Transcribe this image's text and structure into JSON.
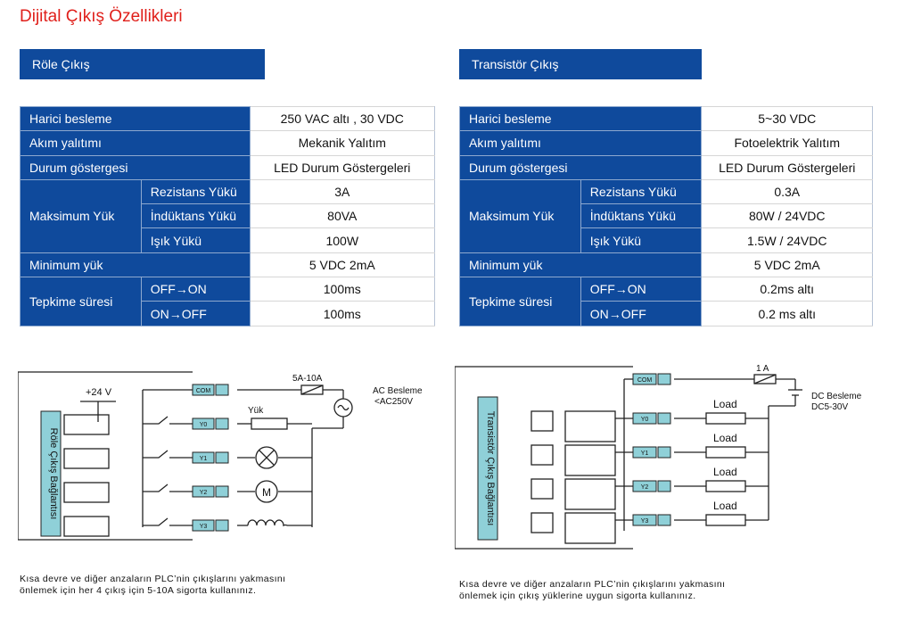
{
  "title": "Dijital Çıkış Özellikleri",
  "relay": {
    "banner": "Röle Çıkış",
    "rows": {
      "supply": {
        "label": "Harici besleme",
        "value": "250 VAC altı , 30 VDC"
      },
      "isolation": {
        "label": "Akım yalıtımı",
        "value": "Mekanik Yalıtım"
      },
      "indicator": {
        "label": "Durum göstergesi",
        "value": "LED Durum Göstergeleri"
      },
      "maxload": {
        "label": "Maksimum Yük",
        "resistive": {
          "label": "Rezistans Yükü",
          "value": "3A"
        },
        "inductive": {
          "label": "İndüktans Yükü",
          "value": "80VA"
        },
        "light": {
          "label": "Işık Yükü",
          "value": "100W"
        }
      },
      "minload": {
        "label": "Minimum yük",
        "value": "5 VDC 2mA"
      },
      "response": {
        "label": "Tepkime süresi",
        "off_on": {
          "label": "OFF→ON",
          "value": "100ms"
        },
        "on_off": {
          "label": "ON→OFF",
          "value": "100ms"
        }
      }
    },
    "diagram": {
      "voltage": "+24 V",
      "block_label": "Röle Çıkış Bağlantısı",
      "fuse": "5A-10A",
      "supply_line1": "AC Besleme",
      "supply_line2": "<AC250V",
      "load_label": "Yük",
      "com": "COM",
      "y0": "Y0",
      "y1": "Y1",
      "y2": "Y2",
      "y3": "Y3",
      "motor": "M"
    },
    "note_line1": "Kısa devre ve diğer anzaların PLC’nin çıkışlarını yakmasını",
    "note_line2": "önlemek için her 4 çıkış için 5-10A sigorta kullanınız."
  },
  "transistor": {
    "banner": "Transistör Çıkış",
    "rows": {
      "supply": {
        "label": "Harici besleme",
        "value": "5~30 VDC"
      },
      "isolation": {
        "label": "Akım yalıtımı",
        "value": "Fotoelektrik Yalıtım"
      },
      "indicator": {
        "label": "Durum göstergesi",
        "value": "LED Durum Göstergeleri"
      },
      "maxload": {
        "label": "Maksimum Yük",
        "resistive": {
          "label": "Rezistans Yükü",
          "value": "0.3A"
        },
        "inductive": {
          "label": "İndüktans Yükü",
          "value": "80W / 24VDC"
        },
        "light": {
          "label": "Işık Yükü",
          "value": "1.5W / 24VDC"
        }
      },
      "minload": {
        "label": "Minimum yük",
        "value": "5 VDC 2mA"
      },
      "response": {
        "label": "Tepkime süresi",
        "off_on": {
          "label": "OFF→ON",
          "value": "0.2ms altı"
        },
        "on_off": {
          "label": "ON→OFF",
          "value": "0.2 ms altı"
        }
      }
    },
    "diagram": {
      "block_label": "Transistör Çıkış Bağlantısı",
      "fuse": "1 A",
      "supply_line1": "DC Besleme",
      "supply_line2": "DC5-30V",
      "load1": "Load",
      "load2": "Load",
      "load3": "Load",
      "load4": "Load",
      "com": "COM",
      "y0": "Y0",
      "y1": "Y1",
      "y2": "Y2",
      "y3": "Y3"
    },
    "note_line1": "Kısa devre ve diğer anzaların PLC’nin çıkışlarını yakmasını",
    "note_line2": "önlemek için çıkış yüklerine uygun sigorta kullanınız."
  }
}
